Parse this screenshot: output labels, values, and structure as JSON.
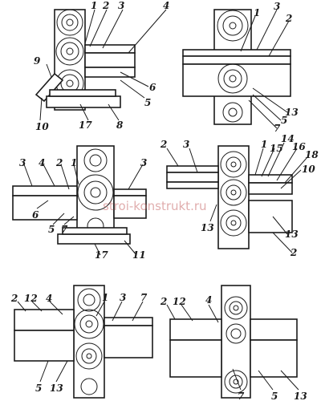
{
  "watermark": "stroi-konstrukt.ru",
  "colors": {
    "ink": "#1a1a1a",
    "paper": "#ffffff",
    "insulation": "#cfcfcf",
    "watermark": "#c86b6b"
  },
  "labels": {
    "p1": [
      "1",
      "2",
      "3",
      "4",
      "9",
      "6",
      "5",
      "10",
      "17",
      "8"
    ],
    "p2": [
      "1",
      "3",
      "2",
      "13",
      "5",
      "7"
    ],
    "p3": [
      "3",
      "4",
      "2",
      "1",
      "3",
      "6",
      "5",
      "7",
      "17",
      "11"
    ],
    "p4": [
      "2",
      "3",
      "1",
      "15",
      "14",
      "16",
      "18",
      "10",
      "13",
      "13",
      "2"
    ],
    "p5": [
      "2",
      "12",
      "4",
      "1",
      "3",
      "7",
      "5",
      "13"
    ],
    "p6": [
      "2",
      "12",
      "4",
      "7",
      "5",
      "13"
    ]
  }
}
